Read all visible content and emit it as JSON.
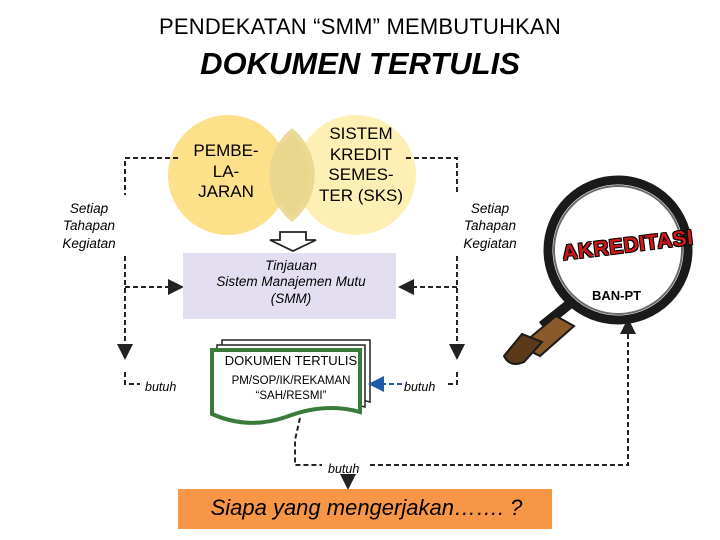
{
  "header": {
    "title_line1": "PENDEKATAN “SMM” MEMBUTUHKAN",
    "title_line2": "DOKUMEN TERTULIS"
  },
  "circles": {
    "left": "PEMBE-\nLA-\nJARAN",
    "right": "SISTEM\nKREDIT\nSEMES-\nTER (SKS)"
  },
  "side_labels": {
    "left": "Setiap\nTahapan\nKegiatan",
    "right": "Setiap\nTahapan\nKegiatan"
  },
  "review_box": {
    "text": "Tinjauan\nSistem Manajemen Mutu\n(SMM)"
  },
  "document": {
    "title": "DOKUMEN TERTULIS",
    "subtitle": "PM/SOP/IK/REKAMAN\n“SAH/RESMI”"
  },
  "needs": {
    "left": "butuh",
    "right": "butuh",
    "bottom": "butuh"
  },
  "question_box": {
    "text": "Siapa yang mengerjakan……. ?"
  },
  "magnifier": {
    "stamp": "AKREDITASI",
    "label": "BAN-PT"
  },
  "colors": {
    "circle_left": "#fde08a",
    "circle_right": "#fef0b4",
    "overlap": "#e8d98a",
    "review_box": "#e4dff0",
    "question_box": "#f79646",
    "stamp": "#d01818"
  }
}
